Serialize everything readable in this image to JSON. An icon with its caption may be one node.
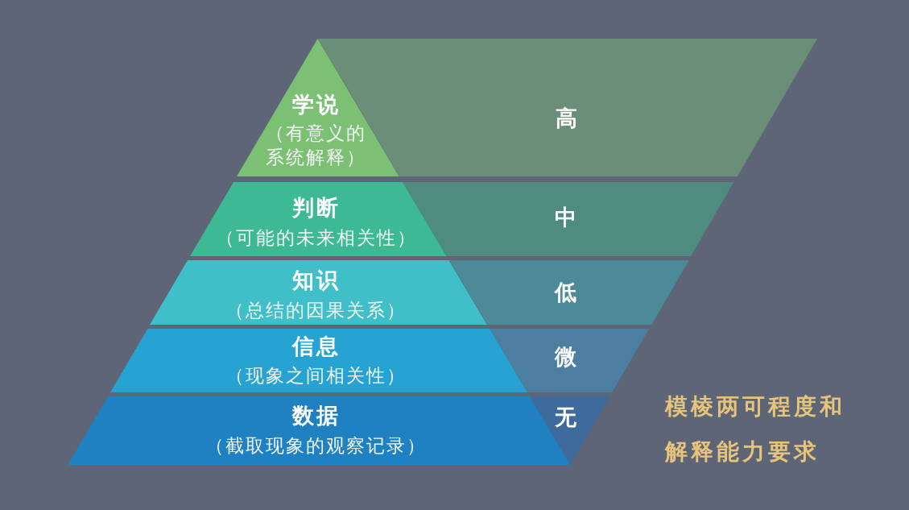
{
  "diagram": {
    "nodes": [
      {
        "text": [
          "学说",
          "（有意义的系统解释）"
        ]
      },
      {
        "text": [
          "高"
        ]
      },
      {
        "text": [
          "判断",
          "（可能的未来相关性）"
        ]
      },
      {
        "text": [
          "中"
        ]
      },
      {
        "text": [
          "知识",
          "（总结的因果关系）"
        ]
      },
      {
        "text": [
          "低"
        ]
      },
      {
        "text": [
          "信息",
          "（现象之间相关性）"
        ]
      },
      {
        "text": [
          "微"
        ]
      },
      {
        "text": [
          "数据",
          "（截取现象的观察记录）"
        ]
      },
      {
        "text": [
          "无"
        ]
      }
    ],
    "labels": [
      "模棱两可程度和解释能力要求"
    ]
  }
}
